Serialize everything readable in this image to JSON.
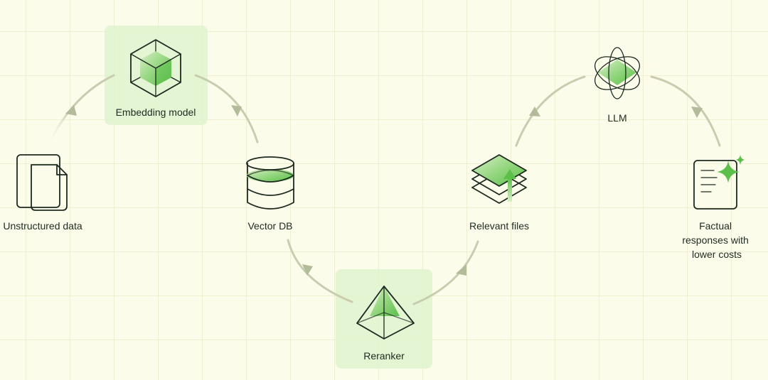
{
  "nodes": {
    "unstructured": {
      "label": "Unstructured data"
    },
    "embedding": {
      "label": "Embedding model"
    },
    "vector_db": {
      "label": "Vector DB"
    },
    "reranker": {
      "label": "Reranker"
    },
    "relevant": {
      "label": "Relevant files"
    },
    "llm": {
      "label": "LLM"
    },
    "factual": {
      "label_lines": [
        "Factual",
        "responses with",
        "lower costs"
      ]
    }
  },
  "colors": {
    "background": "#fcfcea",
    "highlight": "#dff3cf",
    "accent_green": "#5bbf4a",
    "ink": "#1c2a20",
    "flow": "#b4bb9a"
  },
  "icons": {
    "unstructured": "document-stack-icon",
    "embedding": "cube-icon",
    "vector_db": "database-icon",
    "reranker": "pyramid-icon",
    "relevant": "layers-up-icon",
    "llm": "atom-icon",
    "factual": "sparkle-document-icon"
  }
}
